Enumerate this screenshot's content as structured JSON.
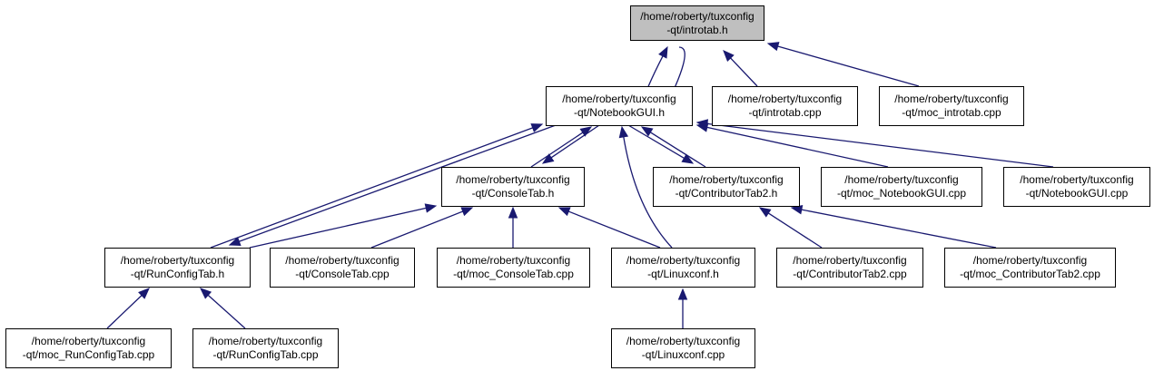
{
  "colors": {
    "edge": "#191970",
    "root_fill": "#bfbfbf",
    "node_fill": "#ffffff",
    "node_border": "#000000"
  },
  "nodes": [
    {
      "id": "introtab_h",
      "line1": "/home/roberty/tuxconfig",
      "line2": "-qt/introtab.h",
      "root": true
    },
    {
      "id": "notebookgui_h",
      "line1": "/home/roberty/tuxconfig",
      "line2": "-qt/NotebookGUI.h"
    },
    {
      "id": "introtab_cpp",
      "line1": "/home/roberty/tuxconfig",
      "line2": "-qt/introtab.cpp"
    },
    {
      "id": "moc_introtab_cpp",
      "line1": "/home/roberty/tuxconfig",
      "line2": "-qt/moc_introtab.cpp"
    },
    {
      "id": "consoletab_h",
      "line1": "/home/roberty/tuxconfig",
      "line2": "-qt/ConsoleTab.h"
    },
    {
      "id": "contributortab2_h",
      "line1": "/home/roberty/tuxconfig",
      "line2": "-qt/ContributorTab2.h"
    },
    {
      "id": "moc_notebookgui_cpp",
      "line1": "/home/roberty/tuxconfig",
      "line2": "-qt/moc_NotebookGUI.cpp"
    },
    {
      "id": "notebookgui_cpp",
      "line1": "/home/roberty/tuxconfig",
      "line2": "-qt/NotebookGUI.cpp"
    },
    {
      "id": "runconfigtab_h",
      "line1": "/home/roberty/tuxconfig",
      "line2": "-qt/RunConfigTab.h"
    },
    {
      "id": "consoletab_cpp",
      "line1": "/home/roberty/tuxconfig",
      "line2": "-qt/ConsoleTab.cpp"
    },
    {
      "id": "moc_consoletab_cpp",
      "line1": "/home/roberty/tuxconfig",
      "line2": "-qt/moc_ConsoleTab.cpp"
    },
    {
      "id": "linuxconf_h",
      "line1": "/home/roberty/tuxconfig",
      "line2": "-qt/Linuxconf.h"
    },
    {
      "id": "contributortab2_cpp",
      "line1": "/home/roberty/tuxconfig",
      "line2": "-qt/ContributorTab2.cpp"
    },
    {
      "id": "moc_contributortab2_cpp",
      "line1": "/home/roberty/tuxconfig",
      "line2": "-qt/moc_ContributorTab2.cpp"
    },
    {
      "id": "moc_runconfigtab_cpp",
      "line1": "/home/roberty/tuxconfig",
      "line2": "-qt/moc_RunConfigTab.cpp"
    },
    {
      "id": "runconfigtab_cpp",
      "line1": "/home/roberty/tuxconfig",
      "line2": "-qt/RunConfigTab.cpp"
    },
    {
      "id": "linuxconf_cpp",
      "line1": "/home/roberty/tuxconfig",
      "line2": "-qt/Linuxconf.cpp"
    }
  ],
  "edges": [
    {
      "from": "notebookgui_h",
      "to": "introtab_h"
    },
    {
      "from": "introtab_h",
      "to": "notebookgui_h"
    },
    {
      "from": "introtab_cpp",
      "to": "introtab_h"
    },
    {
      "from": "moc_introtab_cpp",
      "to": "introtab_h"
    },
    {
      "from": "consoletab_h",
      "to": "notebookgui_h"
    },
    {
      "from": "notebookgui_h",
      "to": "consoletab_h"
    },
    {
      "from": "contributortab2_h",
      "to": "notebookgui_h"
    },
    {
      "from": "notebookgui_h",
      "to": "contributortab2_h"
    },
    {
      "from": "moc_notebookgui_cpp",
      "to": "notebookgui_h"
    },
    {
      "from": "notebookgui_cpp",
      "to": "notebookgui_h"
    },
    {
      "from": "runconfigtab_h",
      "to": "notebookgui_h"
    },
    {
      "from": "notebookgui_h",
      "to": "runconfigtab_h"
    },
    {
      "from": "linuxconf_h",
      "to": "notebookgui_h"
    },
    {
      "from": "runconfigtab_h",
      "to": "consoletab_h"
    },
    {
      "from": "consoletab_cpp",
      "to": "consoletab_h"
    },
    {
      "from": "moc_consoletab_cpp",
      "to": "consoletab_h"
    },
    {
      "from": "linuxconf_h",
      "to": "consoletab_h"
    },
    {
      "from": "contributortab2_cpp",
      "to": "contributortab2_h"
    },
    {
      "from": "moc_contributortab2_cpp",
      "to": "contributortab2_h"
    },
    {
      "from": "moc_runconfigtab_cpp",
      "to": "runconfigtab_h"
    },
    {
      "from": "runconfigtab_cpp",
      "to": "runconfigtab_h"
    },
    {
      "from": "linuxconf_cpp",
      "to": "linuxconf_h"
    }
  ]
}
